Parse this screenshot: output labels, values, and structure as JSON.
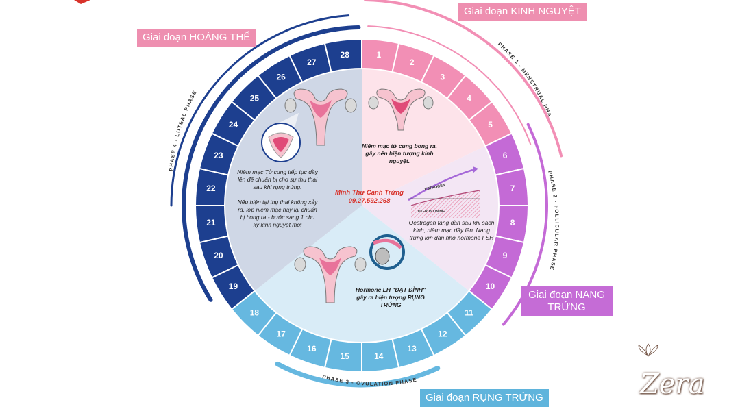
{
  "phases": {
    "menstrual": {
      "label": "Giai đoạn KINH NGUYỆT",
      "arc_text": "PHASE 1 - MENSTRUAL PHASE",
      "description": "Niêm mạc tử cung bong ra, gây nên hiện tượng kinh nguyệt.",
      "days": [
        "1",
        "2",
        "3",
        "4",
        "5"
      ]
    },
    "follicular": {
      "label": "Giai đoạn NANG TRỨNG",
      "arc_text": "PHASE 2 - FOLLICULAR PHASE",
      "description": "Oestrogen tăng dần sau khi sạch kinh, niêm mạc dầy lên. Nang trứng lớn dần nhờ hormone FSH",
      "days": [
        "6",
        "7",
        "8",
        "9",
        "10"
      ],
      "graph_labels": [
        "ESTROGEN",
        "UTERUS LINING"
      ]
    },
    "ovulation": {
      "label": "Giai đoạn RỤNG TRỨNG",
      "arc_text": "PHASE 3 - OVULATION PHASE",
      "description": "Hormone LH \"ĐẠT ĐỈNH\" gây ra hiện tượng RỤNG TRỨNG",
      "days": [
        "11",
        "12",
        "13",
        "14",
        "15",
        "16",
        "17",
        "18"
      ]
    },
    "luteal": {
      "label": "Giai đoạn HOÀNG THỂ",
      "arc_text": "PHASE 4 - LUTEAL PHASE",
      "description_1": "Niêm mạc Tử cung tiếp tục dầy lên để chuẩn bị cho sự thụ thai sau khi rụng trứng.",
      "description_2": "Nếu hiện tại thụ thai không xảy ra, lớp niêm mạc này lại chuẩn bị bong ra - bước sang 1 chu kỳ kinh nguyệt mới",
      "days": [
        "19",
        "20",
        "21",
        "22",
        "23",
        "24",
        "25",
        "26",
        "27",
        "28"
      ]
    }
  },
  "contact": {
    "name": "Minh Thư Canh Trứng",
    "phone": "09.27.592.268"
  },
  "logo": {
    "text": "Zera"
  },
  "colors": {
    "menstrual": "#f28fb5",
    "follicular": "#c46ad6",
    "ovulation": "#66b8e0",
    "luteal": "#1d3f8f",
    "menstrual_bg": "#fde3ea",
    "follicular_bg": "#f3e6f4",
    "ovulation_bg": "#d9ecf7",
    "luteal_bg": "#cfd7e6"
  }
}
